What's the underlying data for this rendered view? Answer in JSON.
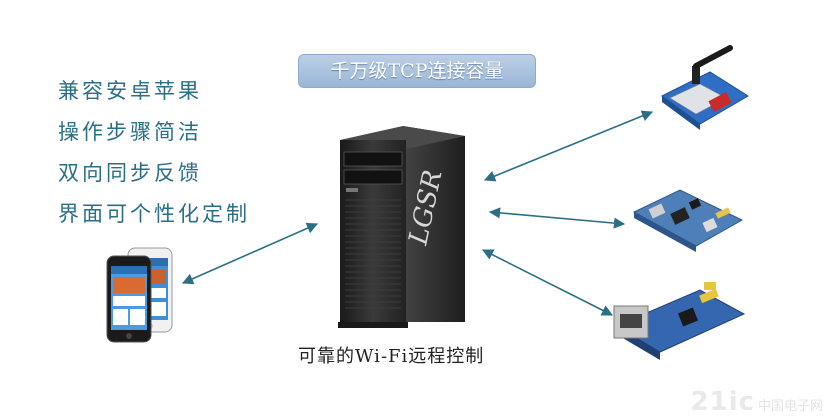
{
  "banner": {
    "text": "千万级TCP连接容量"
  },
  "features": [
    {
      "label": "兼容安卓苹果"
    },
    {
      "label": "操作步骤简洁"
    },
    {
      "label": "双向同步反馈"
    },
    {
      "label": "界面可个性化定制"
    }
  ],
  "server": {
    "brand": "LGSR"
  },
  "caption": {
    "text": "可靠的Wi-Fi远程控制"
  },
  "watermark": {
    "text": "21ic",
    "suffix": "中国电子网"
  },
  "colors": {
    "text": "#2a6f86",
    "arrow": "#2a6f86",
    "banner": "#aac2de",
    "server": "#2b2b2b"
  },
  "icons": [
    "phone-icon",
    "server-tower-icon",
    "gsm-module-icon",
    "dev-board-icon",
    "ethernet-module-icon"
  ]
}
